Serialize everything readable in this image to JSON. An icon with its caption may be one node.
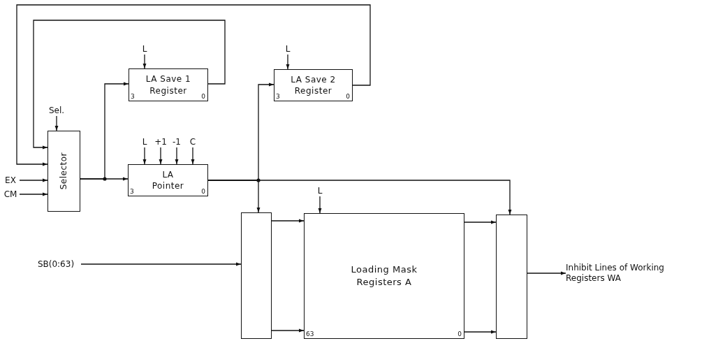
{
  "diagram": {
    "nodes": [
      {
        "text": [
          "L"
        ]
      },
      {
        "text": [
          "L"
        ]
      },
      {
        "text": [
          "LA Save 1 Register",
          "3",
          "0"
        ]
      },
      {
        "text": [
          "LA Save 2 Register",
          "3",
          "0"
        ]
      },
      {
        "text": [
          "Sel."
        ]
      },
      {
        "text": [
          "Selector"
        ]
      },
      {
        "text": [
          "L"
        ]
      },
      {
        "text": [
          "+1"
        ]
      },
      {
        "text": [
          "-1"
        ]
      },
      {
        "text": [
          "C"
        ]
      },
      {
        "text": [
          "LA Pointer",
          "3",
          "0"
        ]
      },
      {
        "text": [
          "EX"
        ]
      },
      {
        "text": [
          "CM"
        ]
      },
      {
        "text": [
          "L"
        ]
      },
      {
        "text": [],
        "shape": "box"
      },
      {
        "text": [
          "Loading Mask Registers A",
          "63",
          "0"
        ]
      },
      {
        "text": [],
        "shape": "box"
      },
      {
        "text": [
          "SB(0:63)"
        ]
      },
      {
        "text": [
          "Inhibit Lines of Working Registers WA"
        ]
      }
    ],
    "edges": [
      {
        "from": 4,
        "to": 5,
        "arrow": "to"
      },
      {
        "from": 11,
        "to": 5,
        "arrow": "to"
      },
      {
        "from": 12,
        "to": 5,
        "arrow": "to"
      },
      {
        "from": 2,
        "to": 5,
        "arrow": "to"
      },
      {
        "from": 3,
        "to": 5,
        "arrow": "to"
      },
      {
        "from": 5,
        "to": 10,
        "arrow": "to"
      },
      {
        "from": 5,
        "to": 2,
        "arrow": "to"
      },
      {
        "from": 10,
        "to": 3,
        "arrow": "to"
      },
      {
        "from": 10,
        "to": 14,
        "arrow": "to"
      },
      {
        "from": 10,
        "to": 16,
        "arrow": "to"
      },
      {
        "from": 0,
        "to": 2,
        "arrow": "to"
      },
      {
        "from": 1,
        "to": 3,
        "arrow": "to"
      },
      {
        "from": 6,
        "to": 10,
        "arrow": "to"
      },
      {
        "from": 7,
        "to": 10,
        "arrow": "to"
      },
      {
        "from": 8,
        "to": 10,
        "arrow": "to"
      },
      {
        "from": 9,
        "to": 10,
        "arrow": "to"
      },
      {
        "from": 13,
        "to": 15,
        "arrow": "to"
      },
      {
        "from": 17,
        "to": 14,
        "arrow": "to"
      },
      {
        "from": 14,
        "to": 15,
        "arrow": "to"
      },
      {
        "from": 14,
        "to": 15,
        "arrow": "to"
      },
      {
        "from": 15,
        "to": 16,
        "arrow": "to"
      },
      {
        "from": 15,
        "to": 16,
        "arrow": "to"
      },
      {
        "from": 16,
        "to": 18,
        "arrow": "to"
      }
    ]
  }
}
